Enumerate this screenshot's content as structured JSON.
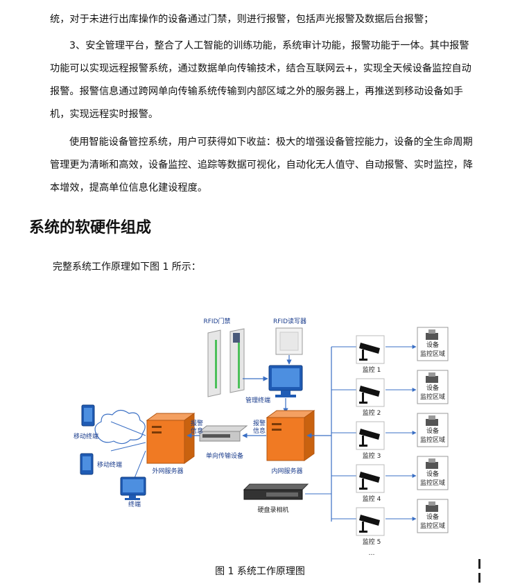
{
  "paragraphs": [
    "统，对于未进行出库操作的设备通过门禁，则进行报警，包括声光报警及数据后台报警；",
    "3、安全管理平台，整合了人工智能的训练功能，系统审计功能，报警功能于一体。其中报警功能可以实现远程报警系统，通过数据单向传输技术，结合互联网云+，实现全天候设备监控自动报警。报警信息通过跨网单向传输系统传输到内部区域之外的服务器上，再推送到移动设备如手机，实现远程实时报警。",
    "使用智能设备管控系统，用户可获得如下收益：极大的增强设备管控能力，设备的全生命周期管理更为清晰和高效，设备监控、追踪等数据可视化，自动化无人值守、自动报警、实时监控，降本增效，提高单位信息化建设程度。"
  ],
  "heading": "系统的软硬件组成",
  "intro": "完整系统工作原理如下图 1 所示：",
  "diagram": {
    "rfid_gate": "RFID门禁",
    "rfid_reader": "RFID读写器",
    "mgmt_terminal": "管理终端",
    "mobile_1": "移动终端",
    "mobile_2": "移动终端",
    "terminal": "终端",
    "outer_server": "外网服务器",
    "inner_server": "内网服务器",
    "one_way_device": "单向传输设备",
    "alarm_info_1": [
      "报警",
      "信息"
    ],
    "alarm_info_2": [
      "报警",
      "信息"
    ],
    "nvr": "硬盘录相机",
    "monitors": [
      "监控 1",
      "监控 2",
      "监控 3",
      "监控 4",
      "监控 5"
    ],
    "ellipsis": "…",
    "zones": [
      {
        "device": "设备",
        "area": "监控区域"
      },
      {
        "device": "设备",
        "area": "监控区域"
      },
      {
        "device": "设备",
        "area": "监控区域"
      },
      {
        "device": "设备",
        "area": "监控区域"
      },
      {
        "device": "设备",
        "area": "监控区域"
      }
    ]
  },
  "caption": "图 1  系统工作原理图",
  "colors": {
    "line": "#3a6fc4",
    "server": "#f07a23",
    "text_blue": "#1a3c8c"
  }
}
